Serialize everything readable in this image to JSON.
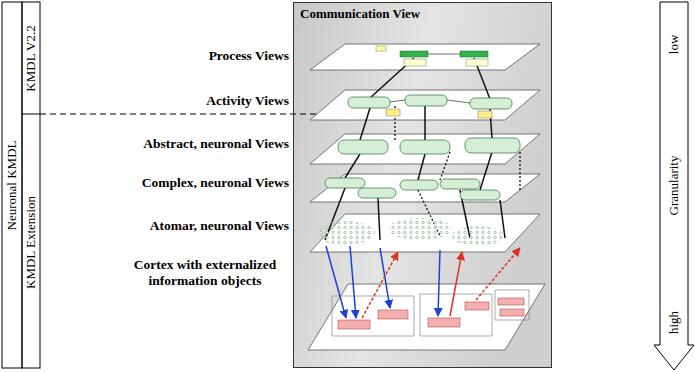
{
  "diagram": {
    "nodes": [
      {
        "text": [
          "Communication View"
        ]
      }
    ],
    "labels": [
      "Neuronal KMDL",
      "KMDL V2.2",
      "KMDL Extension",
      "Process Views",
      "Activity Views",
      "Abstract, neuronal Views",
      "Complex, neuronal Views",
      "Atomar, neuronal Views",
      "Cortex with externalized information objects",
      "low",
      "Granularity",
      "high"
    ]
  }
}
